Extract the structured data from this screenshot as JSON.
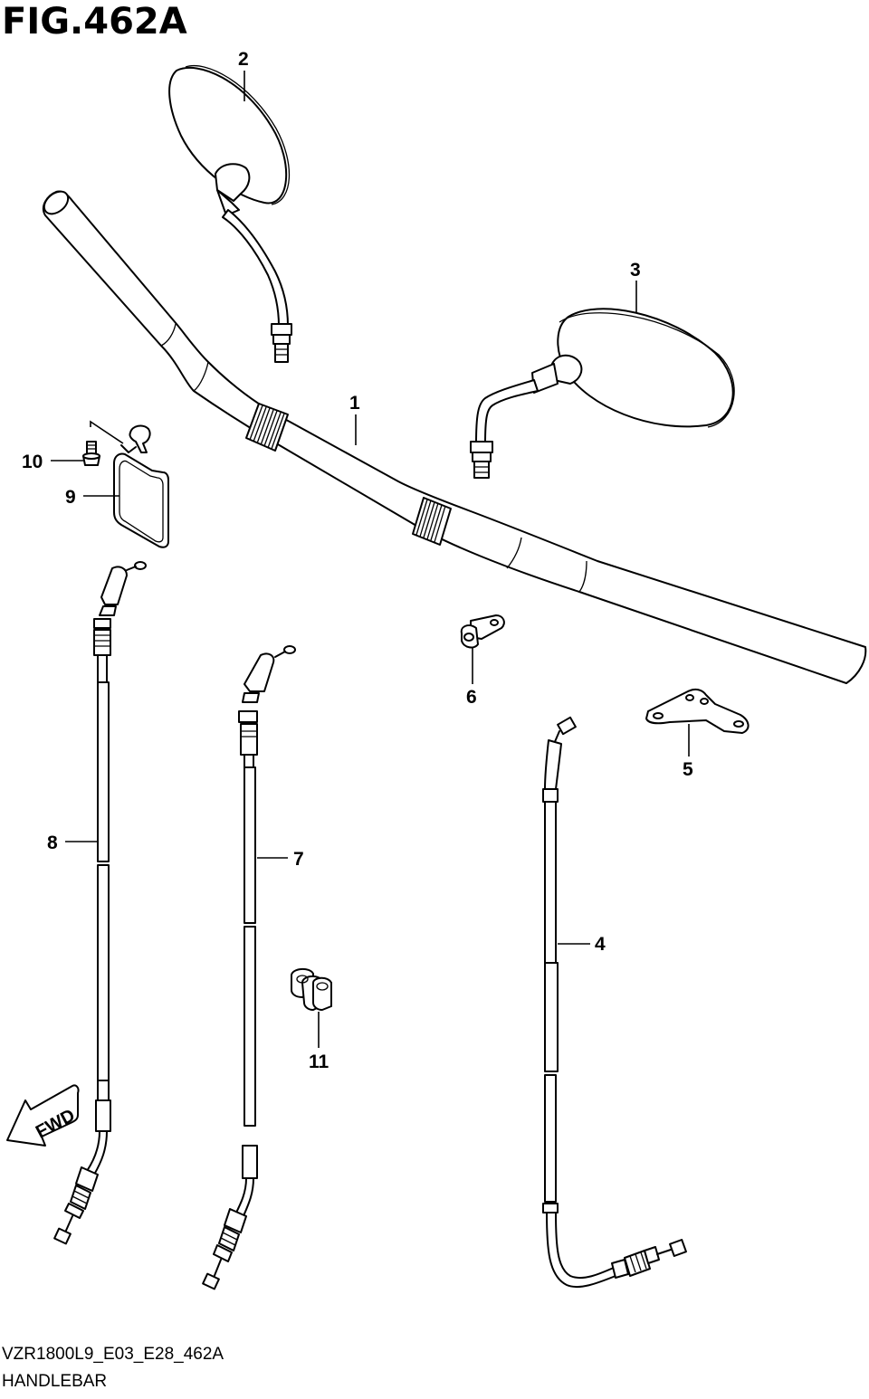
{
  "figure": {
    "title": "FIG.462A",
    "code": "VZR1800L9_E03_E28_462A",
    "name": "HANDLEBAR"
  },
  "callouts": [
    "1",
    "2",
    "3",
    "4",
    "5",
    "6",
    "7",
    "8",
    "9",
    "10",
    "11"
  ],
  "fwd_label": "FWD"
}
